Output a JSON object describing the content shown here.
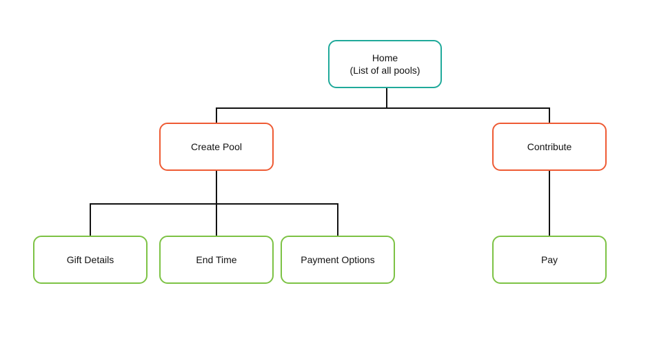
{
  "diagram": {
    "colors": {
      "root_border": "#1fa99a",
      "branch_border": "#ee5a33",
      "leaf_border": "#7cc244",
      "connector": "#111111"
    },
    "nodes": {
      "home": {
        "line1": "Home",
        "line2": "(List of all pools)"
      },
      "create_pool": {
        "label": "Create Pool"
      },
      "contribute": {
        "label": "Contribute"
      },
      "gift_details": {
        "label": "Gift Details"
      },
      "end_time": {
        "label": "End Time"
      },
      "payment_options": {
        "label": "Payment Options"
      },
      "pay": {
        "label": "Pay"
      }
    },
    "edges": [
      {
        "from": "home",
        "to": "create_pool"
      },
      {
        "from": "home",
        "to": "contribute"
      },
      {
        "from": "create_pool",
        "to": "gift_details"
      },
      {
        "from": "create_pool",
        "to": "end_time"
      },
      {
        "from": "create_pool",
        "to": "payment_options"
      },
      {
        "from": "contribute",
        "to": "pay"
      }
    ]
  }
}
